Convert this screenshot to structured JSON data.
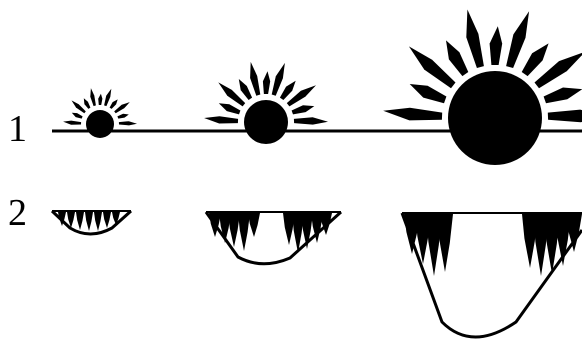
{
  "labels": {
    "row1": "1",
    "row2": "2"
  },
  "colors": {
    "ink": "#000000",
    "paper": "#ffffff"
  },
  "row1": {
    "items": [
      "small-sun",
      "medium-sun",
      "large-sun"
    ]
  },
  "row2": {
    "items": [
      "small-bowl",
      "medium-bowl",
      "large-bowl"
    ]
  }
}
